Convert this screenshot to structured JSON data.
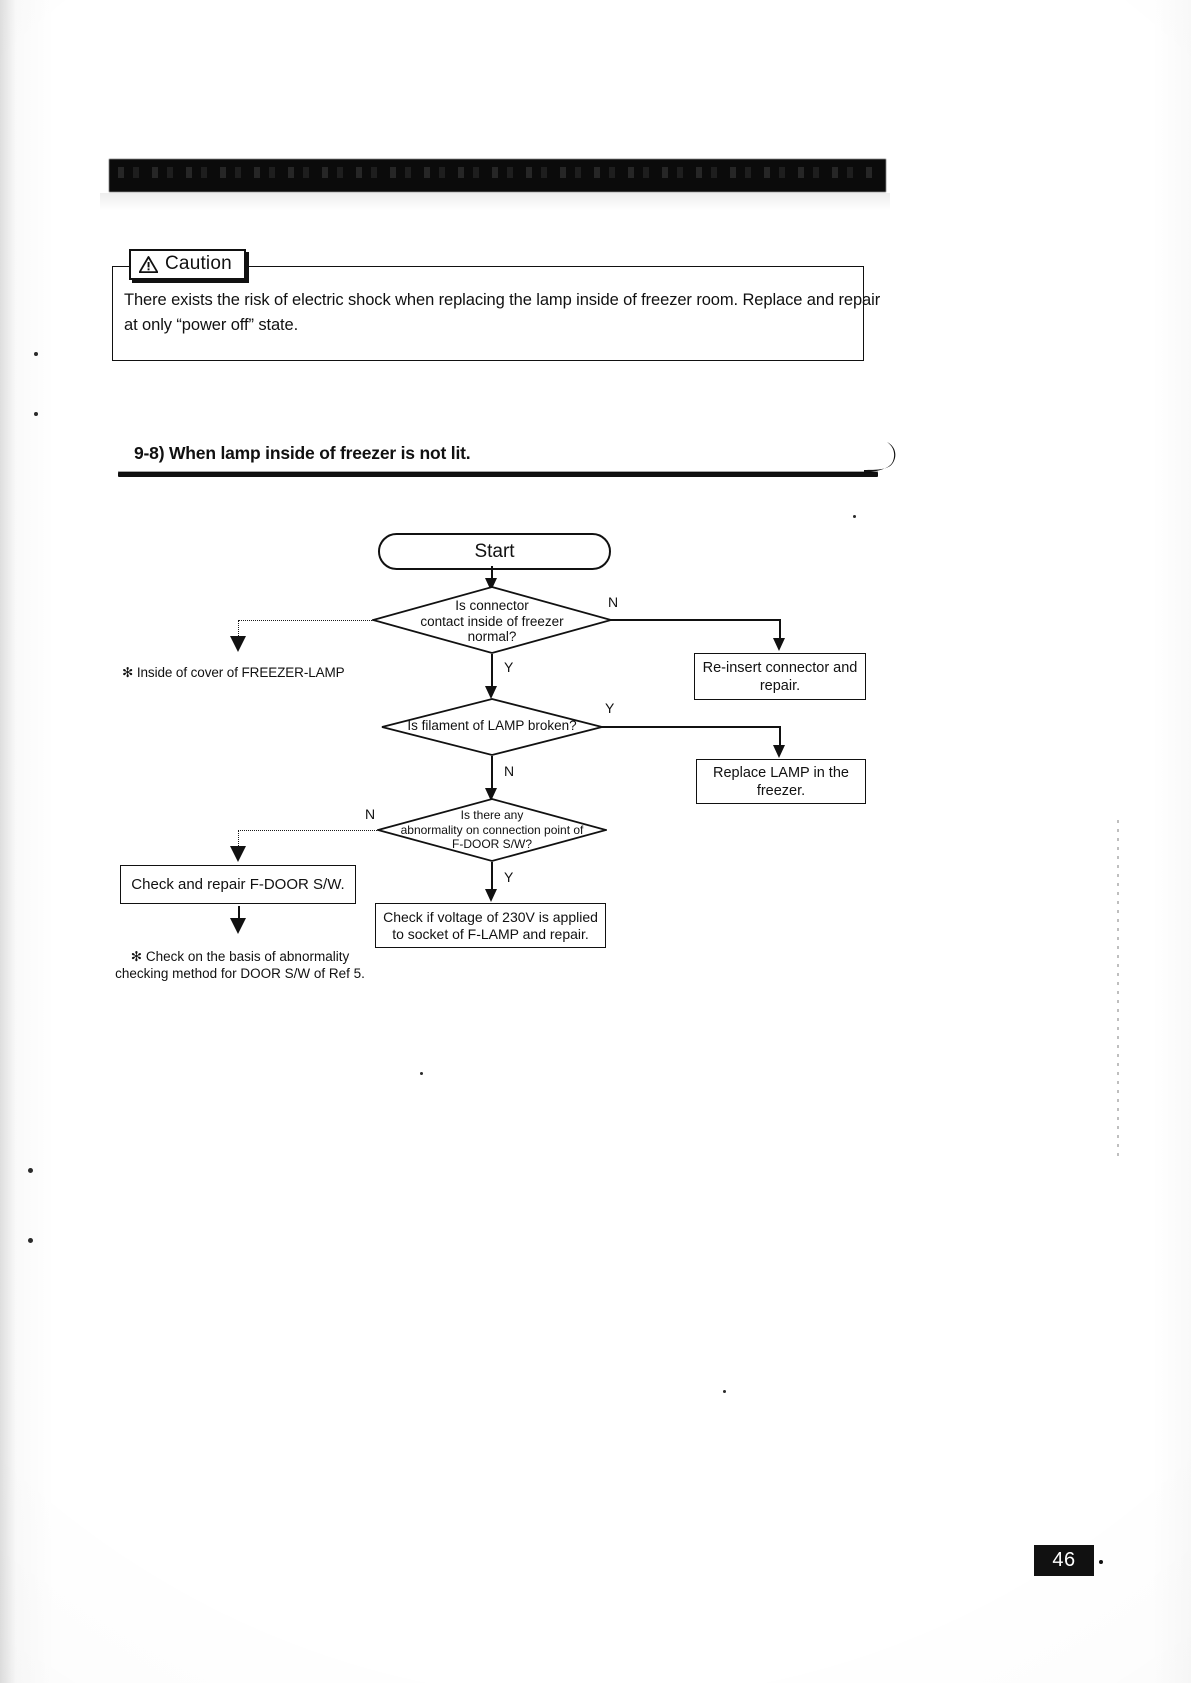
{
  "document": {
    "page_number": "46"
  },
  "caution": {
    "label": "Caution",
    "icon": "warning-triangle-icon",
    "text": "There exists the risk of electric shock when replacing the lamp inside of freezer room. Replace and repair at only “power off” state."
  },
  "section": {
    "title": "9-8) When lamp inside of freezer is not lit."
  },
  "flowchart": {
    "type": "flowchart",
    "nodes": {
      "start": "Start",
      "d1_line1": "Is connector",
      "d1_line2": "contact inside of freezer",
      "d1_line3": "normal?",
      "d2": "Is filament of LAMP broken?",
      "d3_line1": "Is there any",
      "d3_line2": "abnormality on connection point of",
      "d3_line3": "F-DOOR S/W?",
      "box_reinsert": "Re-insert connector and repair.",
      "box_replace_lamp": "Replace LAMP in the freezer.",
      "box_check_door_sw": "Check and repair F-DOOR S/W.",
      "box_check_voltage": "Check if voltage of 230V is applied to socket of F-LAMP and repair."
    },
    "branch_labels": {
      "d1_no": "N",
      "d1_yes": "Y",
      "d2_yes": "Y",
      "d2_no": "N",
      "d3_no": "N",
      "d3_yes": "Y"
    },
    "annotations": {
      "lamp_cover": "✻ Inside of  cover of FREEZER-LAMP",
      "footnote_line1": "✻ Check on the basis of abnormality",
      "footnote_line2": "checking method for DOOR S/W of Ref 5."
    }
  }
}
